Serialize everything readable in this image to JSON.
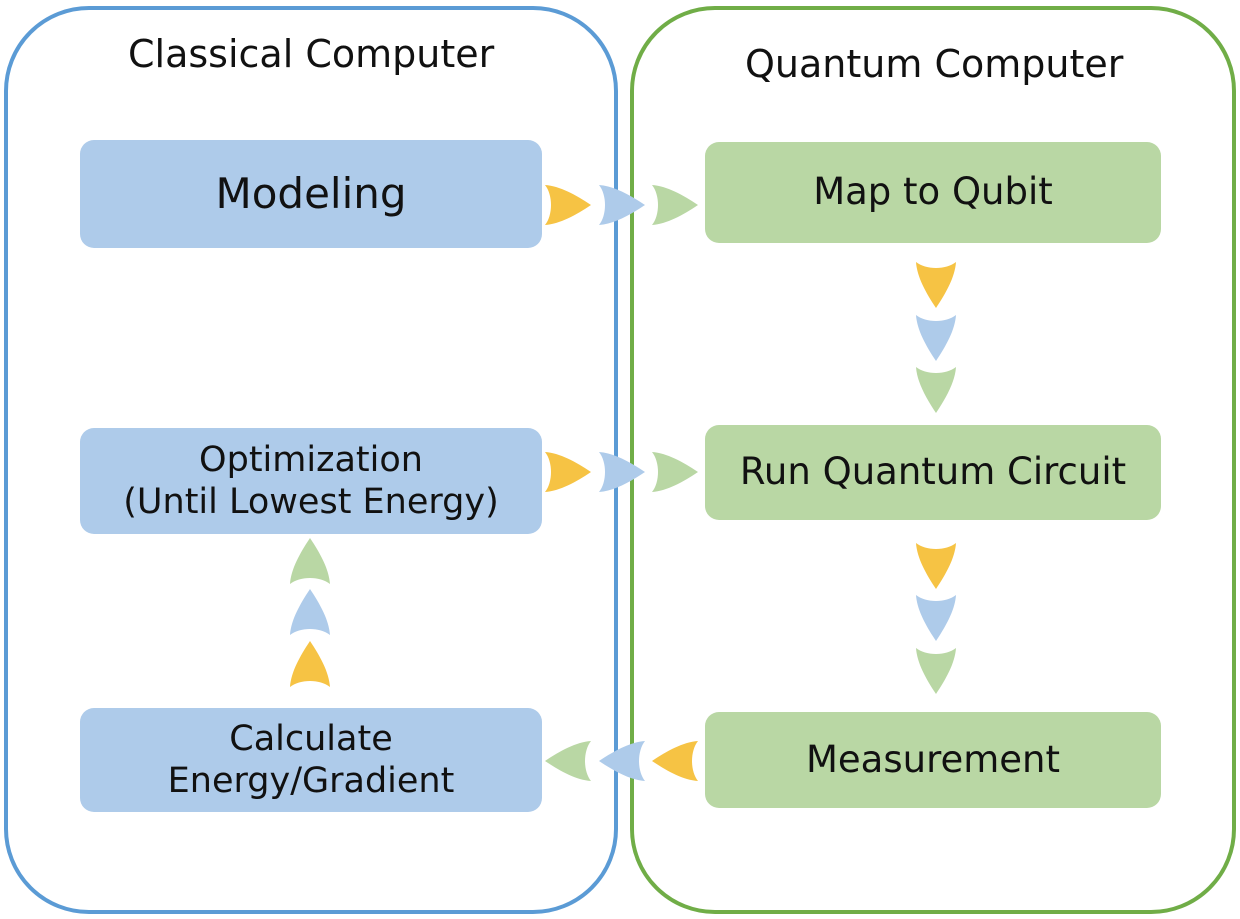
{
  "panels": {
    "classical": {
      "title": "Classical Computer"
    },
    "quantum": {
      "title": "Quantum Computer"
    }
  },
  "nodes": {
    "modeling": {
      "lines": [
        "Modeling"
      ]
    },
    "optimization": {
      "lines": [
        "Optimization",
        "(Until Lowest Energy)"
      ]
    },
    "calculate": {
      "lines": [
        "Calculate",
        "Energy/Gradient"
      ]
    },
    "map_to_qubit": {
      "lines": [
        "Map to Qubit"
      ]
    },
    "run_circuit": {
      "lines": [
        "Run Quantum Circuit"
      ]
    },
    "measurement": {
      "lines": [
        "Measurement"
      ]
    }
  },
  "flow": [
    {
      "from": "modeling",
      "to": "map_to_qubit"
    },
    {
      "from": "map_to_qubit",
      "to": "run_circuit"
    },
    {
      "from": "optimization",
      "to": "run_circuit"
    },
    {
      "from": "run_circuit",
      "to": "measurement"
    },
    {
      "from": "measurement",
      "to": "calculate"
    },
    {
      "from": "calculate",
      "to": "optimization"
    }
  ],
  "colors": {
    "classical_border": "#5b9bd5",
    "quantum_border": "#70ad47",
    "classical_fill": "#aecbea",
    "quantum_fill": "#b9d7a4",
    "drop_yellow": "#f6c344",
    "drop_blue": "#aecbea",
    "drop_green": "#b9d7a4"
  }
}
